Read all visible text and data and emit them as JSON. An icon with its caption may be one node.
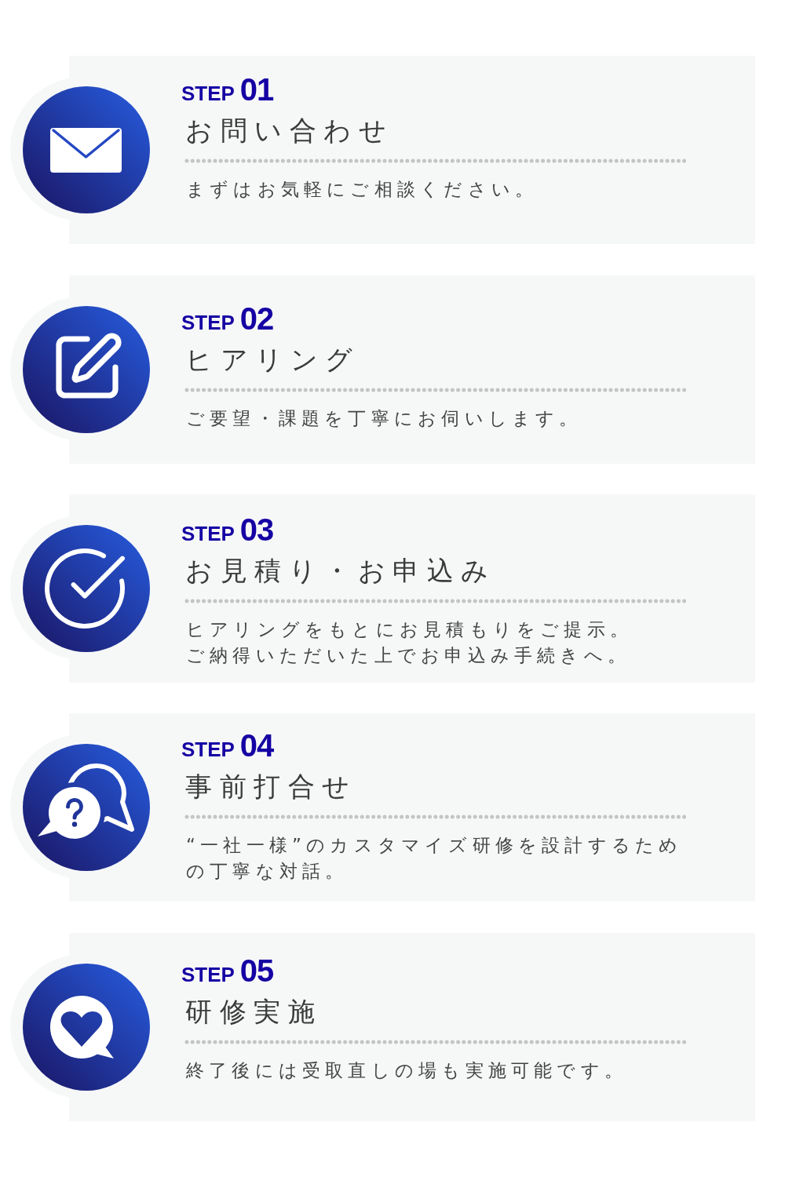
{
  "diagram": {
    "nodes": [
      {
        "text": [
          "STEP 01",
          "お問い合わせ",
          "まずはお気軽にご相談ください。"
        ]
      },
      {
        "text": [
          "STEP 02",
          "ヒアリング",
          "ご要望・課題を丁寧にお伺いします。"
        ]
      },
      {
        "text": [
          "STEP 03",
          "お見積り・お申込み",
          "ヒアリングをもとにお見積もりをご提示。",
          "ご納得いただいた上でお申込み手続きへ。"
        ]
      },
      {
        "text": [
          "STEP 04",
          "事前打合せ",
          "“一社一様”のカスタマイズ研修を設計するための丁寧な対話。"
        ]
      },
      {
        "text": [
          "STEP 05",
          "研修実施",
          "終了後には受取直しの場も実施可能です。"
        ]
      }
    ]
  }
}
